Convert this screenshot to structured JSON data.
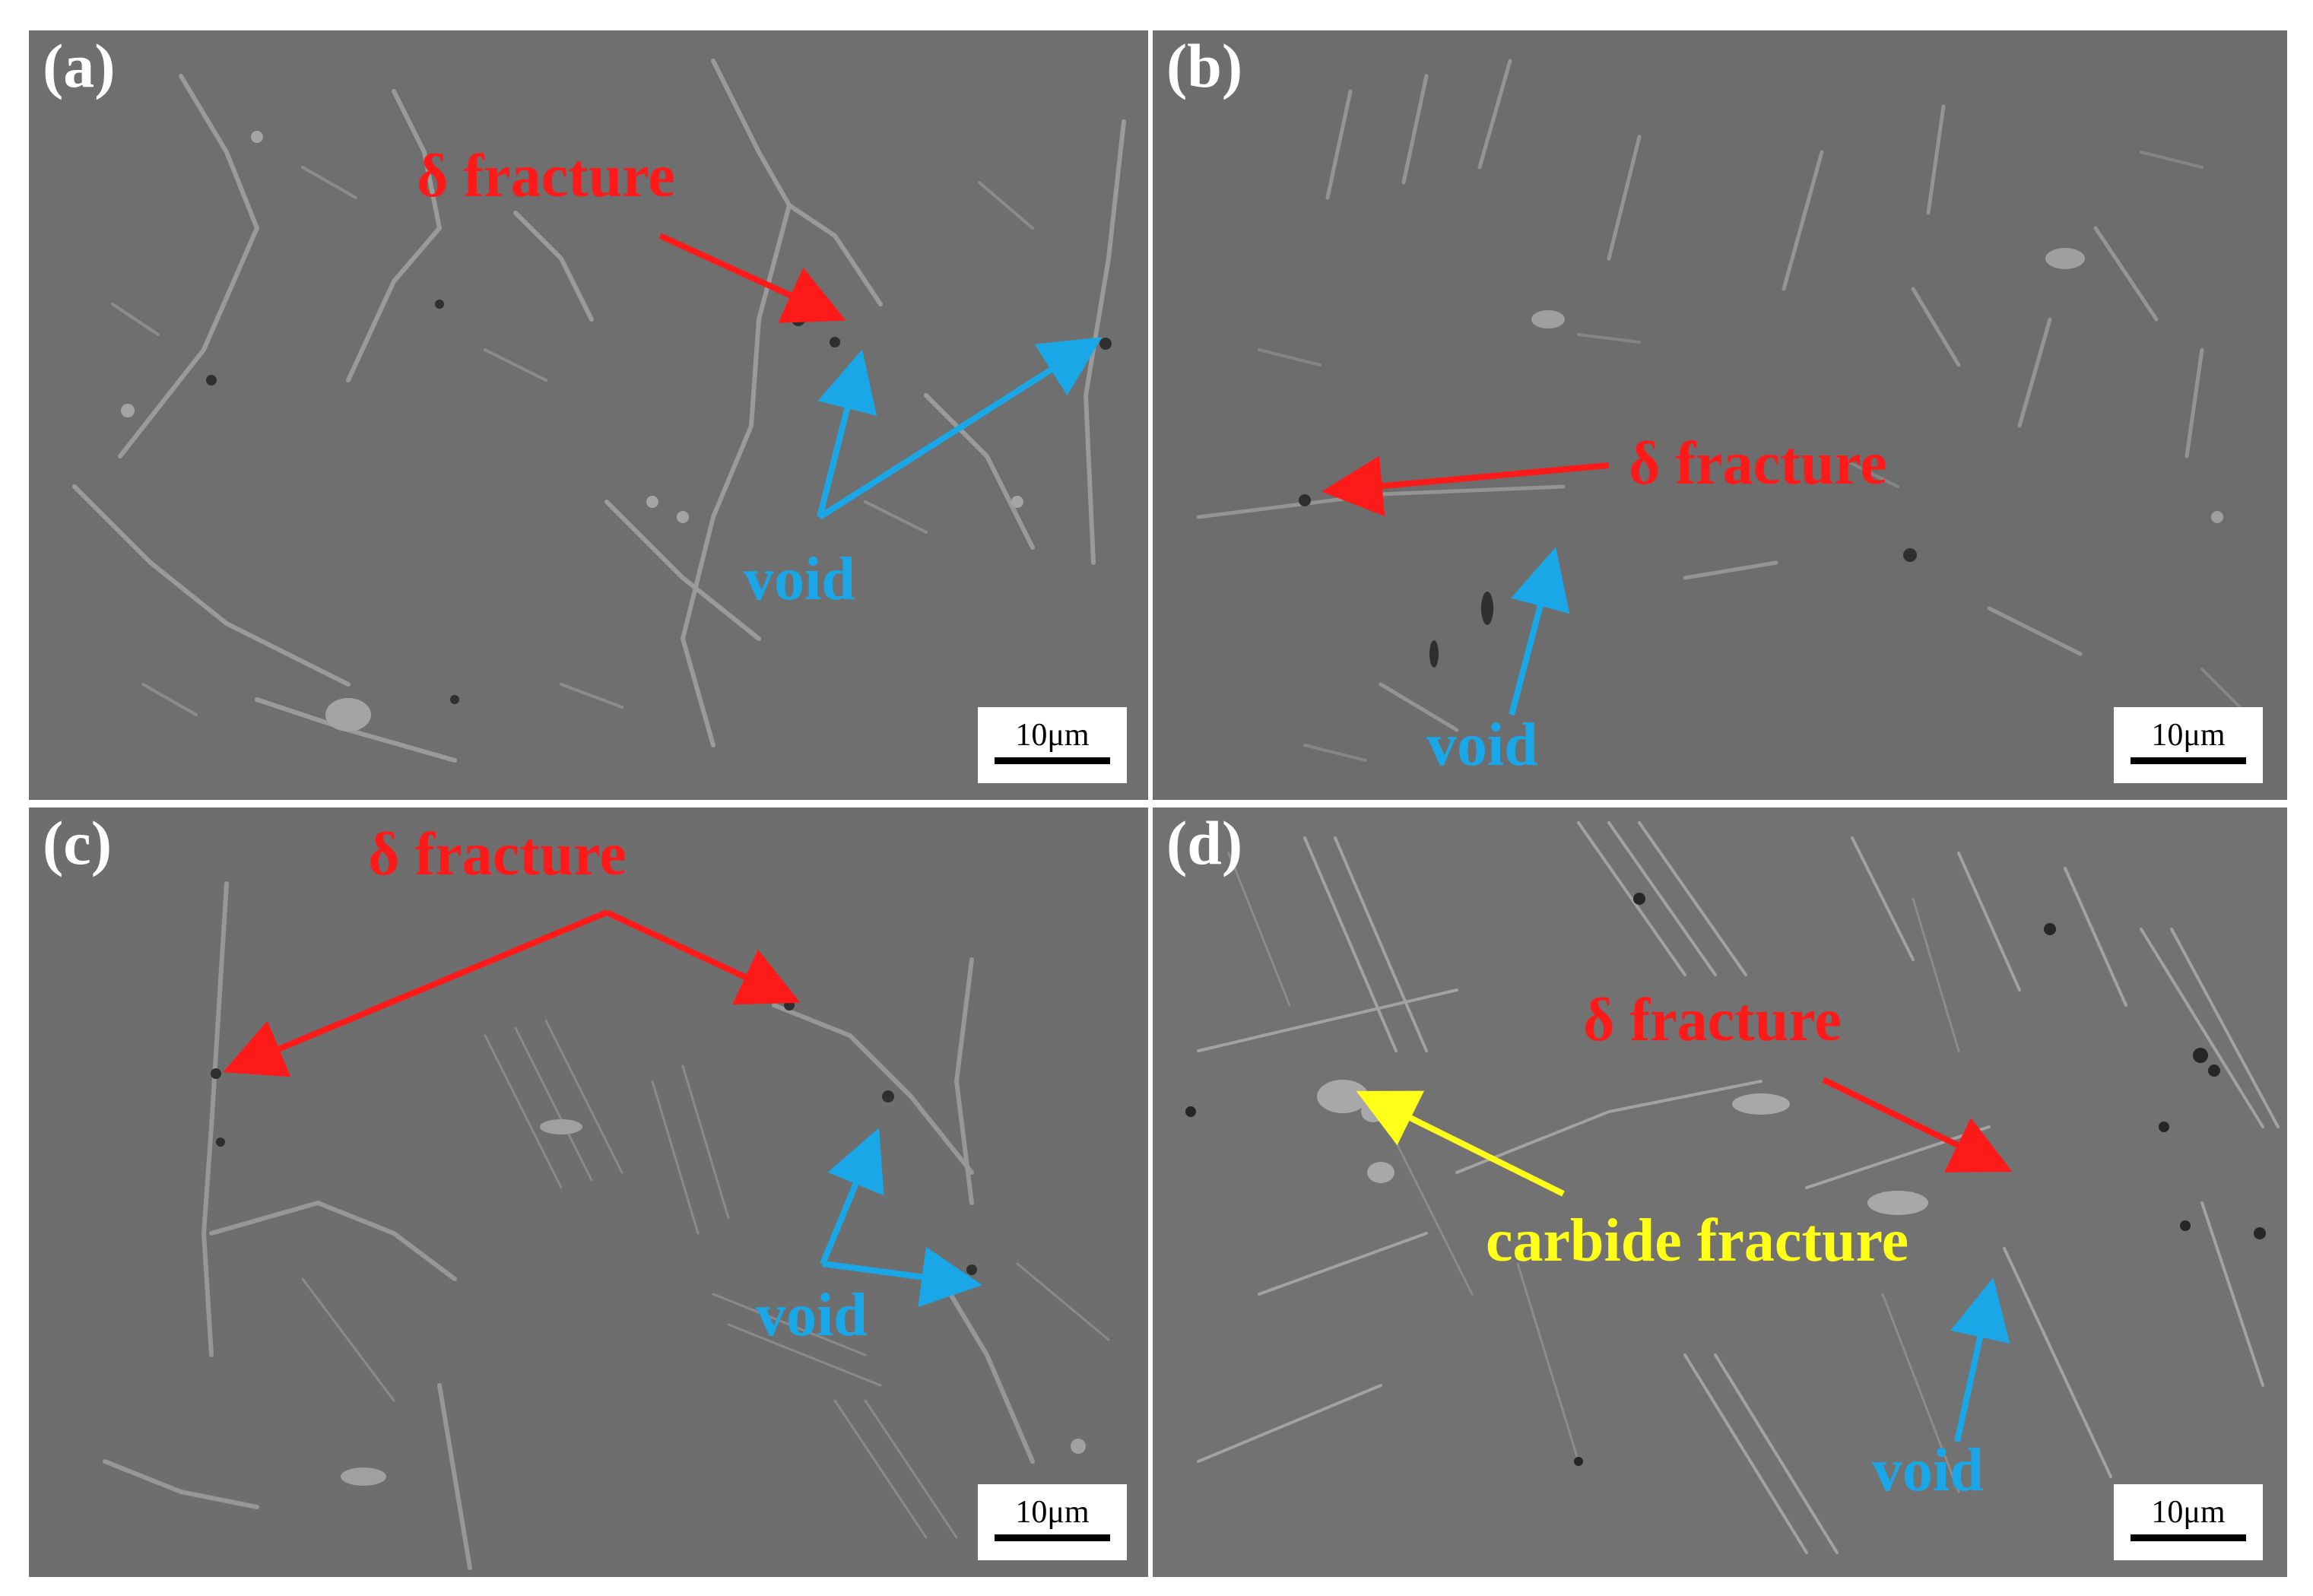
{
  "colors": {
    "red": "#ff1a1a",
    "blue": "#1aa7e8",
    "yellow": "#ffff1a",
    "label": "#ffffff",
    "background": "#6e6e6e"
  },
  "panels": [
    {
      "label": "(a)",
      "scale": "10μm",
      "annotations": [
        {
          "text": "δ  fracture",
          "color": "red"
        },
        {
          "text": "void",
          "color": "blue"
        }
      ]
    },
    {
      "label": "(b)",
      "scale": "10μm",
      "annotations": [
        {
          "text": "δ  fracture",
          "color": "red"
        },
        {
          "text": "void",
          "color": "blue"
        }
      ]
    },
    {
      "label": "(c)",
      "scale": "10μm",
      "annotations": [
        {
          "text": "δ  fracture",
          "color": "red"
        },
        {
          "text": "void",
          "color": "blue"
        }
      ]
    },
    {
      "label": "(d)",
      "scale": "10μm",
      "annotations": [
        {
          "text": "δ  fracture",
          "color": "red"
        },
        {
          "text": "carbide fracture",
          "color": "yellow"
        },
        {
          "text": "void",
          "color": "blue"
        }
      ]
    }
  ]
}
